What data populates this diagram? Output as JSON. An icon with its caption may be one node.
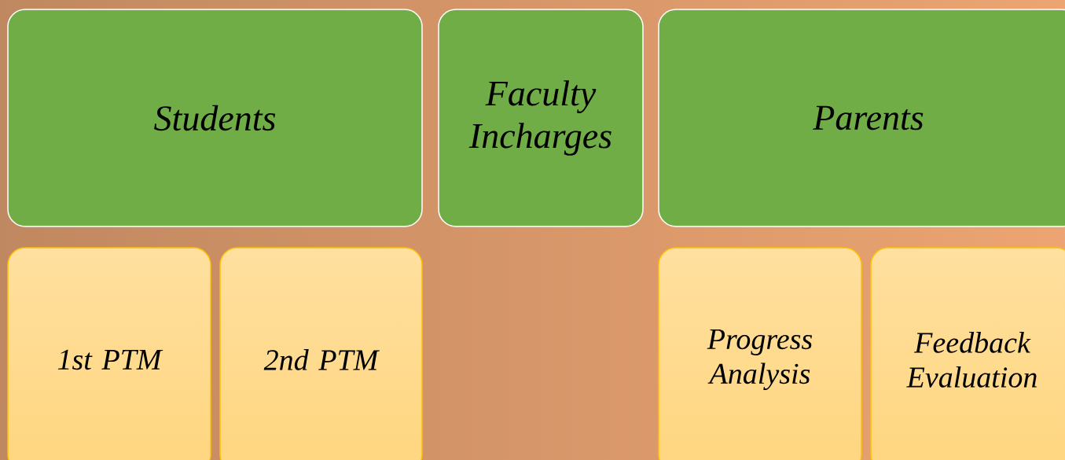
{
  "diagram": {
    "nodes": [
      {
        "text": [
          "Students"
        ]
      },
      {
        "text": [
          "Faculty Incharges"
        ]
      },
      {
        "text": [
          "Parents"
        ]
      },
      {
        "text": [
          "1st PTM"
        ]
      },
      {
        "text": [
          "2nd PTM"
        ]
      },
      {
        "text": [
          "Progress Analysis"
        ]
      },
      {
        "text": [
          "Feedback Evaluation"
        ]
      }
    ]
  }
}
